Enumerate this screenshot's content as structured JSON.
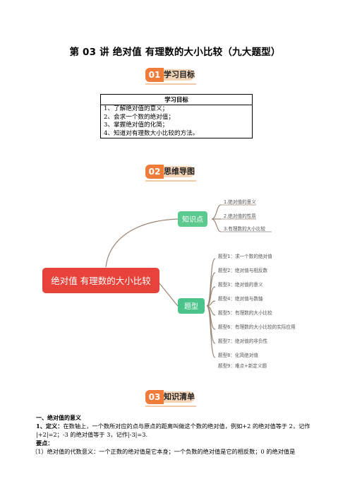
{
  "doc": {
    "title": "第 03 讲  绝对值  有理数的大小比较（九大题型）"
  },
  "sections": [
    {
      "num": "01",
      "label": "学习目标"
    },
    {
      "num": "02",
      "label": "思维导图"
    },
    {
      "num": "03",
      "label": "知识清单"
    }
  ],
  "goals": {
    "header": "学习目标",
    "items": [
      "1、了解绝对值的意义；",
      "2、会求一个数的绝对值；",
      "3、掌握绝对值的化简；",
      "4、知道对有理数大小比较的方法。"
    ]
  },
  "mindmap": {
    "center": "绝对值 有理数的大小比较",
    "branch1": {
      "label": "知识点",
      "items": [
        "1.绝对值的意义",
        "2.绝对值的性质",
        "3.有理数的大小比较"
      ]
    },
    "branch2": {
      "label": "题型",
      "items": [
        "题型1：求一个数的绝对值",
        "题型2：绝对值与相反数",
        "题型3：绝对值的意义",
        "题型4：绝对值与数轴",
        "题型5：有理数的大小比较",
        "题型6：有理数的大小比较的实际应用",
        "题型7：绝对值的非负性",
        "题型8：化简绝对值",
        "题型9：难点+新定义题"
      ]
    },
    "colors": {
      "center": "#e8433a",
      "branch1": "#5cc98f",
      "branch2": "#4cc38a",
      "line": "#9a8676"
    }
  },
  "knowledge": {
    "heading": "一、绝对值的意义",
    "def_num": "1、",
    "def_label": "定义：",
    "def_text": "在数轴上，一个数所对应的点与原点的距离叫做这个数的绝对值，例如+2 的绝对值等于 2，记作",
    "def_line2": "|+2|=2；-3 的绝对值等于 3，记作|-3|=3.",
    "key_label": "要点：",
    "point1": "（1）绝对值的代数意义：一个正数的绝对值是它本身；一个负数的绝对值是它的相反数；0 的绝对值是"
  }
}
